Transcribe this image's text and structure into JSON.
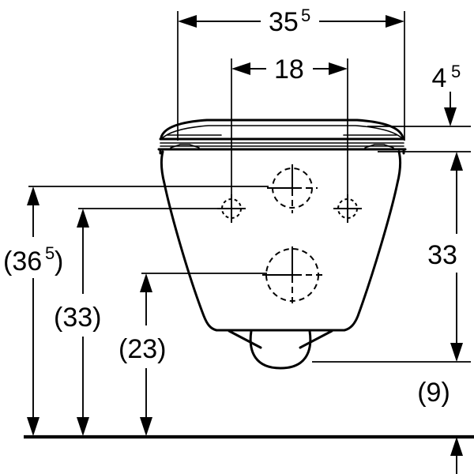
{
  "drawing": {
    "title": "Wall-hung WC dimensional drawing (front elevation)",
    "units_note": "",
    "colors": {
      "line": "#000000",
      "background": "#ffffff"
    }
  },
  "dimensions": {
    "width_overall": {
      "id": "dim-35-5",
      "value": "35",
      "superscript": "5",
      "orientation": "horizontal",
      "position": "top"
    },
    "width_inner": {
      "id": "dim-18",
      "value": "18",
      "superscript": "",
      "orientation": "horizontal",
      "position": "top-inner"
    },
    "seat_thickness": {
      "id": "dim-4-5",
      "value": "4",
      "superscript": "5",
      "orientation": "vertical",
      "position": "top-right"
    },
    "body_height": {
      "id": "dim-33-right",
      "value": "33",
      "superscript": "",
      "orientation": "vertical",
      "position": "right"
    },
    "floor_gap": {
      "id": "dim-9",
      "value": "(9)",
      "superscript": "",
      "orientation": "vertical",
      "position": "bottom-right"
    },
    "height_overall": {
      "id": "dim-36-5",
      "value": "(36",
      "superscript": "5",
      "suffix": ")",
      "orientation": "vertical",
      "position": "left-outer"
    },
    "height_upper_fixing": {
      "id": "dim-33-left",
      "value": "(33)",
      "superscript": "",
      "orientation": "vertical",
      "position": "left-middle"
    },
    "height_lower_fixing": {
      "id": "dim-23",
      "value": "(23)",
      "superscript": "",
      "orientation": "vertical",
      "position": "left-inner"
    }
  },
  "features": {
    "seat_lid": "toilet-seat-and-lid-assembly",
    "bowl_body": "ceramic-bowl-front-elevation",
    "waste_outlet": "bottom-waste-outlet",
    "flush_inlet_circle": "flush-inlet-opening",
    "waste_outlet_circle": "waste-outlet-opening",
    "fixing_hole_left": "wall-fixing-hole-left",
    "fixing_hole_right": "wall-fixing-hole-right"
  }
}
